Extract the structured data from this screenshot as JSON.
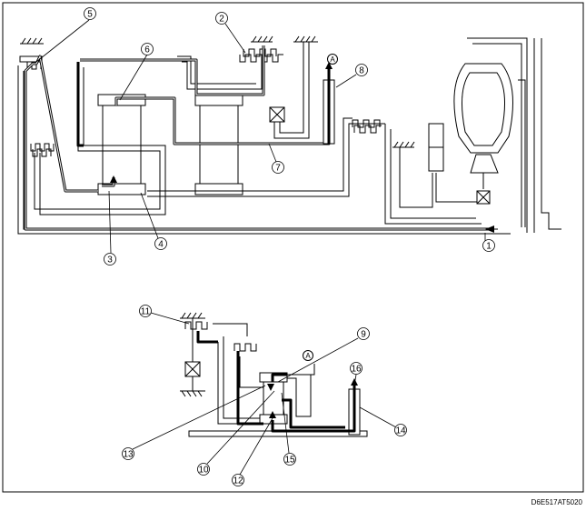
{
  "callouts": [
    {
      "id": "c1",
      "text": "1"
    },
    {
      "id": "c2",
      "text": "2"
    },
    {
      "id": "c3",
      "text": "3"
    },
    {
      "id": "c4",
      "text": "4"
    },
    {
      "id": "c5",
      "text": "5"
    },
    {
      "id": "c6",
      "text": "6"
    },
    {
      "id": "c7",
      "text": "7"
    },
    {
      "id": "c8",
      "text": "8"
    },
    {
      "id": "c9",
      "text": "9"
    },
    {
      "id": "c10",
      "text": "10"
    },
    {
      "id": "c11",
      "text": "11"
    },
    {
      "id": "c12",
      "text": "12"
    },
    {
      "id": "c13",
      "text": "13"
    },
    {
      "id": "c14",
      "text": "14"
    },
    {
      "id": "c15",
      "text": "15"
    },
    {
      "id": "c16",
      "text": "16"
    }
  ],
  "markers": {
    "a_top": "A",
    "a_bottom": "A"
  },
  "figure_code": "D6E517AT5020"
}
